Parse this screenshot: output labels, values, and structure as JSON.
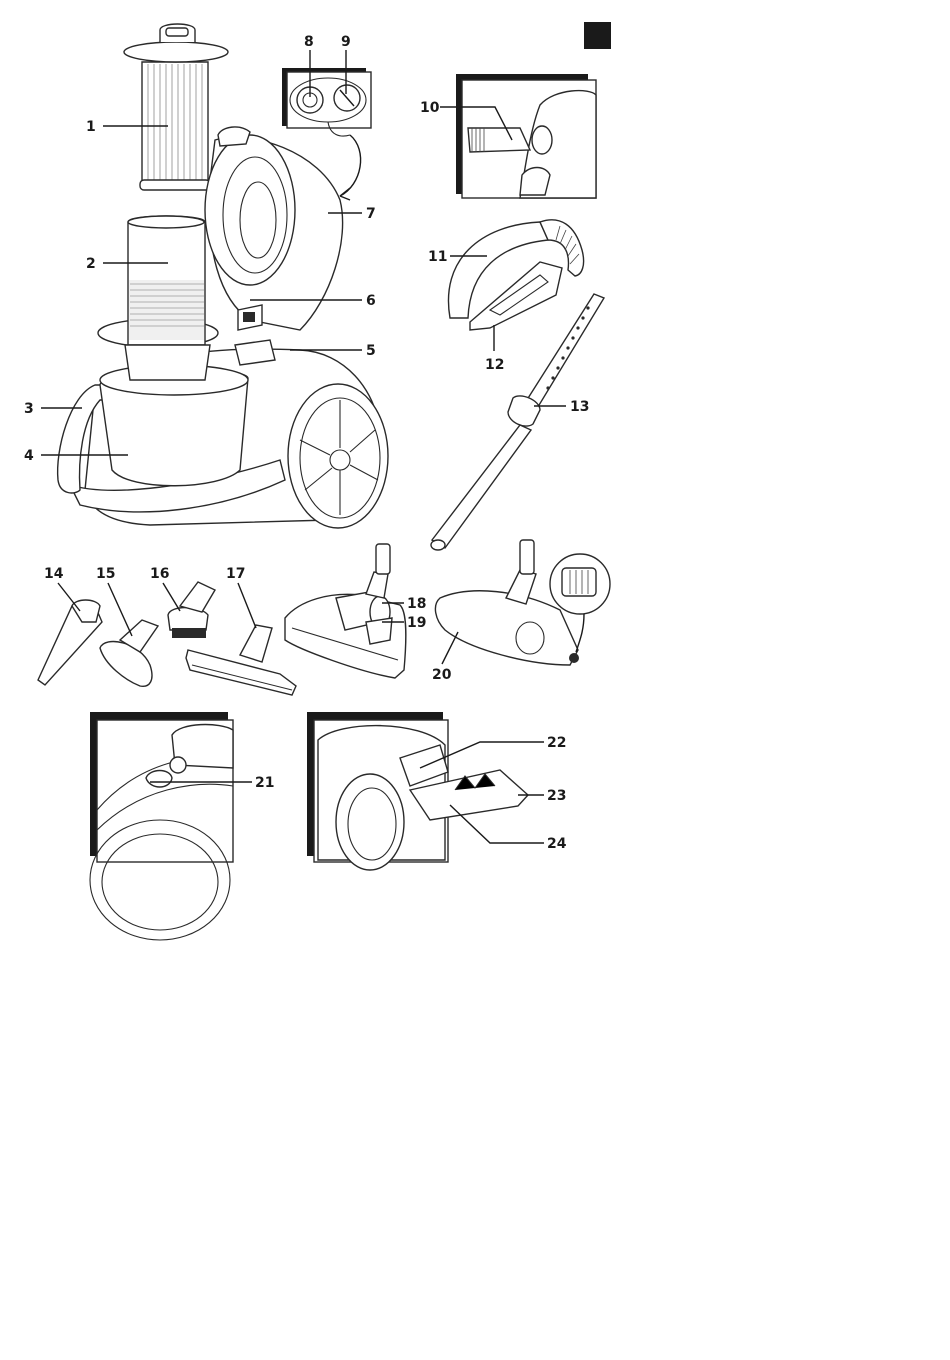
{
  "figure": {
    "labels": [
      "1",
      "2",
      "3",
      "4",
      "5",
      "6",
      "7",
      "8",
      "9",
      "10",
      "11",
      "12",
      "13",
      "14",
      "15",
      "16",
      "17",
      "18",
      "19",
      "20",
      "21",
      "22",
      "23",
      "24"
    ]
  }
}
